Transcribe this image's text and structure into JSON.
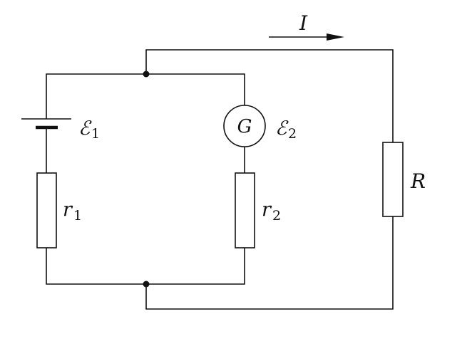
{
  "current": {
    "symbol": "I"
  },
  "battery": {
    "symbol": "ℰ",
    "subscript": "1"
  },
  "galvanometer": {
    "letter": "G",
    "emf_symbol": "ℰ",
    "emf_subscript": "2"
  },
  "resistor_r1": {
    "symbol": "r",
    "subscript": "1"
  },
  "resistor_r2": {
    "symbol": "r",
    "subscript": "2"
  },
  "resistor_R": {
    "symbol": "R"
  },
  "colors": {
    "ink": "#111111",
    "background": "#ffffff"
  }
}
